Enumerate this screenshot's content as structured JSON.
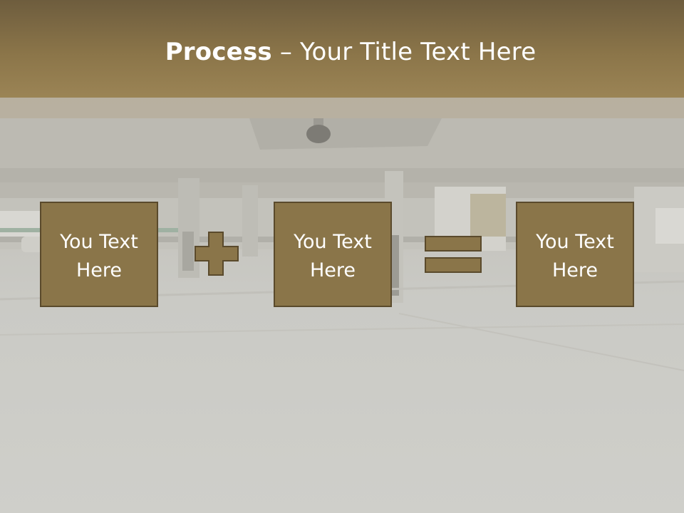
{
  "slide": {
    "title_bold": "Process",
    "title_rest": " – Your Title Text Here"
  },
  "process": {
    "boxes": [
      {
        "text": "You Text\nHere"
      },
      {
        "text": "You Text\nHere"
      },
      {
        "text": "You Text\nHere"
      }
    ],
    "operators": [
      "plus-icon",
      "equals-icon"
    ]
  },
  "colors": {
    "header": "#8b7549",
    "box_fill": "#8a7549",
    "box_border": "#5a4a2c",
    "text": "#ffffff"
  }
}
